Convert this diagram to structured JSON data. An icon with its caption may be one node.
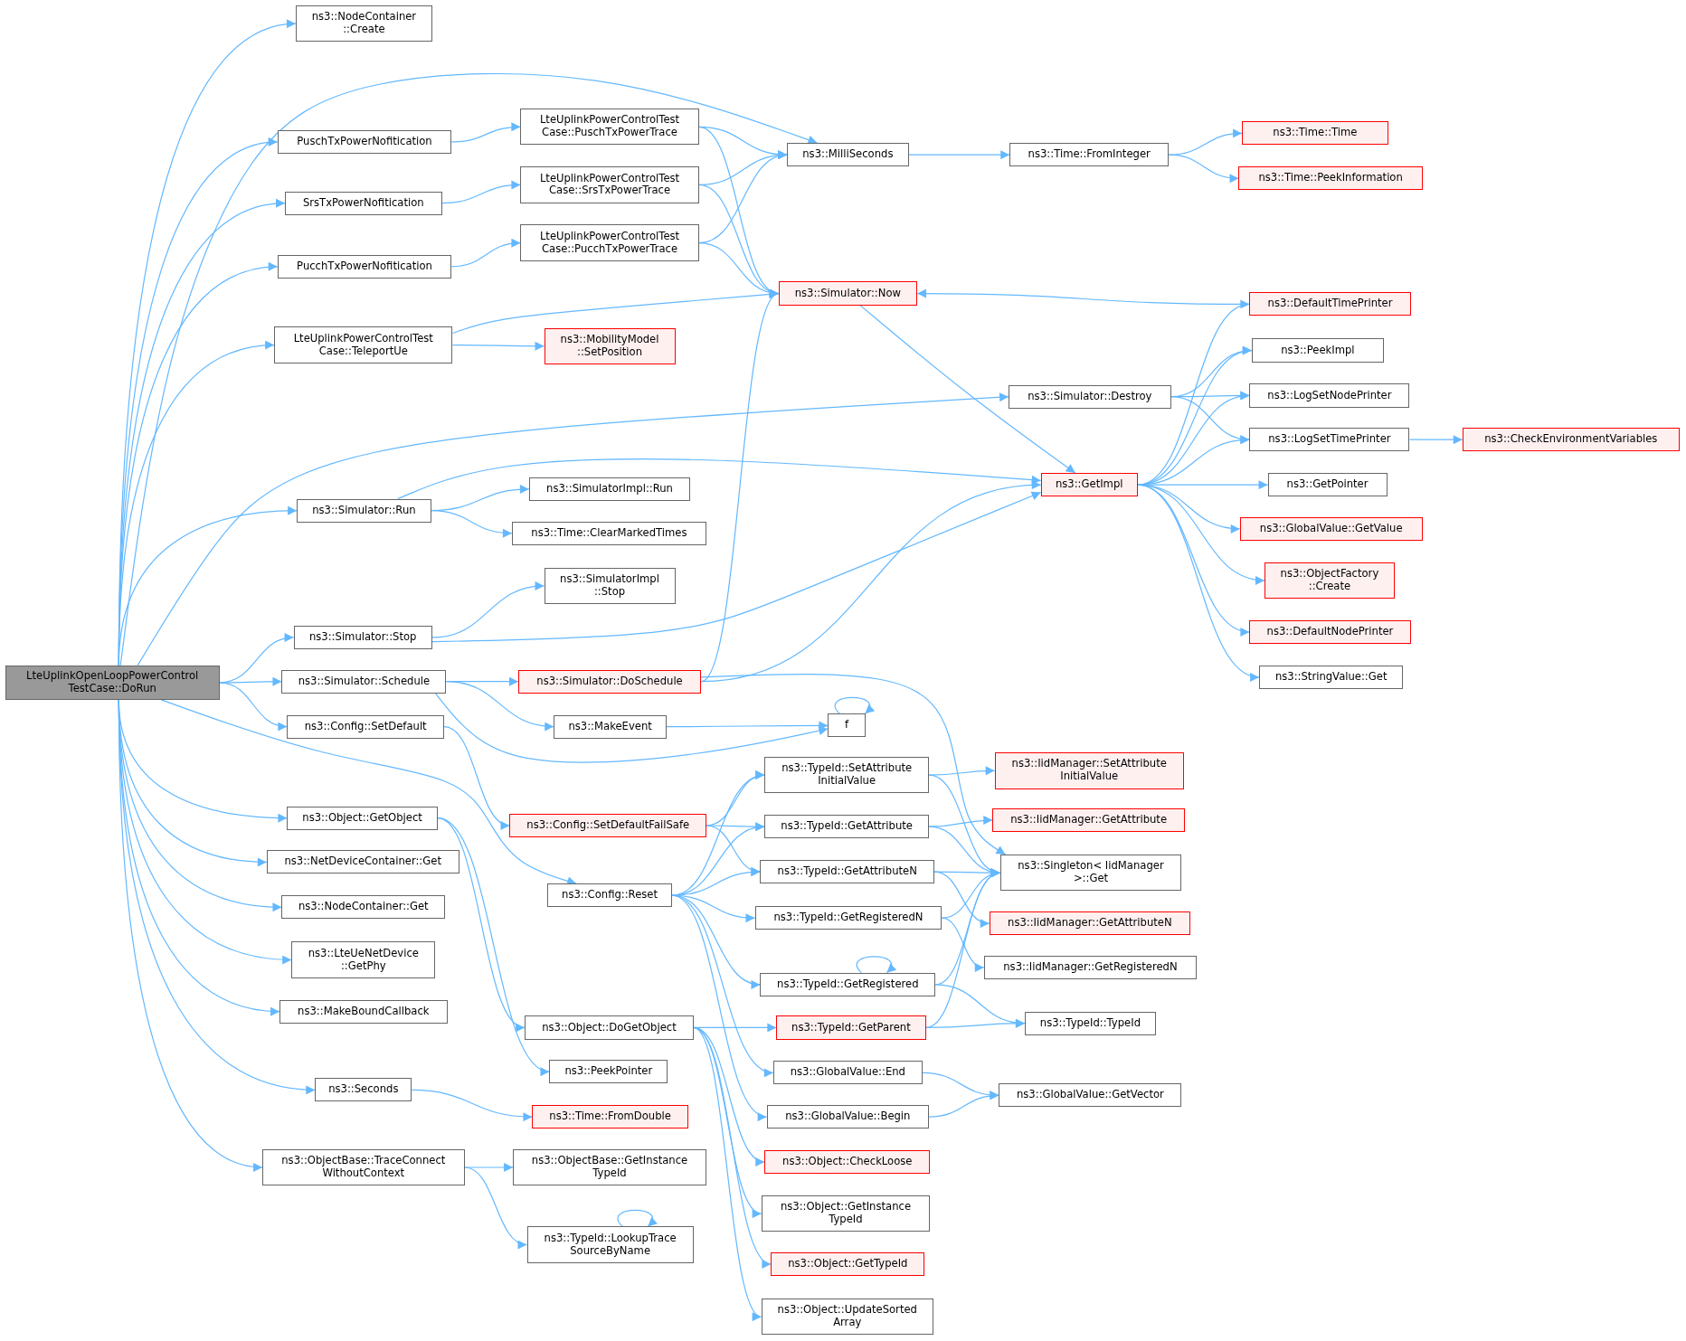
{
  "diagram": {
    "nodes": [
      {
        "text": [
          "LteUplinkOpenLoopPowerControl TestCase::DoRun"
        ]
      },
      {
        "text": [
          "ns3::NodeContainer ::Create"
        ]
      },
      {
        "text": [
          "PuschTxPowerNofitication"
        ]
      },
      {
        "text": [
          "SrsTxPowerNofitication"
        ]
      },
      {
        "text": [
          "PucchTxPowerNofitication"
        ]
      },
      {
        "text": [
          "LteUplinkPowerControlTest Case::TeleportUe"
        ]
      },
      {
        "text": [
          "LteUplinkPowerControlTest Case::PuschTxPowerTrace"
        ]
      },
      {
        "text": [
          "LteUplinkPowerControlTest Case::SrsTxPowerTrace"
        ]
      },
      {
        "text": [
          "LteUplinkPowerControlTest Case::PucchTxPowerTrace"
        ]
      },
      {
        "text": [
          "ns3::MilliSeconds"
        ]
      },
      {
        "text": [
          "ns3::Simulator::Now"
        ]
      },
      {
        "text": [
          "ns3::MobilityModel ::SetPosition"
        ]
      },
      {
        "text": [
          "ns3::Time::FromInteger"
        ]
      },
      {
        "text": [
          "ns3::Time::Time"
        ]
      },
      {
        "text": [
          "ns3::Time::PeekInformation"
        ]
      },
      {
        "text": [
          "ns3::Simulator::Destroy"
        ]
      },
      {
        "text": [
          "ns3::Simulator::Run"
        ]
      },
      {
        "text": [
          "ns3::SimulatorImpl::Run"
        ]
      },
      {
        "text": [
          "ns3::Time::ClearMarkedTimes"
        ]
      },
      {
        "text": [
          "ns3::SimulatorImpl ::Stop"
        ]
      },
      {
        "text": [
          "ns3::Simulator::Stop"
        ]
      },
      {
        "text": [
          "ns3::DefaultTimePrinter"
        ]
      },
      {
        "text": [
          "ns3::PeekImpl"
        ]
      },
      {
        "text": [
          "ns3::LogSetNodePrinter"
        ]
      },
      {
        "text": [
          "ns3::LogSetTimePrinter"
        ]
      },
      {
        "text": [
          "ns3::CheckEnvironmentVariables"
        ]
      },
      {
        "text": [
          "ns3::GetImpl"
        ]
      },
      {
        "text": [
          "ns3::GetPointer"
        ]
      },
      {
        "text": [
          "ns3::GlobalValue::GetValue"
        ]
      },
      {
        "text": [
          "ns3::ObjectFactory ::Create"
        ]
      },
      {
        "text": [
          "ns3::DefaultNodePrinter"
        ]
      },
      {
        "text": [
          "ns3::StringValue::Get"
        ]
      },
      {
        "text": [
          "ns3::Simulator::Schedule"
        ]
      },
      {
        "text": [
          "ns3::Simulator::DoSchedule"
        ]
      },
      {
        "text": [
          "ns3::MakeEvent"
        ]
      },
      {
        "text": [
          "f"
        ]
      },
      {
        "text": [
          "ns3::Config::SetDefault"
        ]
      },
      {
        "text": [
          "ns3::TypeId::SetAttribute InitialValue"
        ]
      },
      {
        "text": [
          "ns3::IidManager::SetAttribute InitialValue"
        ]
      },
      {
        "text": [
          "ns3::Object::GetObject"
        ]
      },
      {
        "text": [
          "ns3::Config::SetDefaultFailSafe"
        ]
      },
      {
        "text": [
          "ns3::TypeId::GetAttribute"
        ]
      },
      {
        "text": [
          "ns3::IidManager::GetAttribute"
        ]
      },
      {
        "text": [
          "ns3::NetDeviceContainer::Get"
        ]
      },
      {
        "text": [
          "ns3::TypeId::GetAttributeN"
        ]
      },
      {
        "text": [
          "ns3::Singleton< IidManager >::Get"
        ]
      },
      {
        "text": [
          "ns3::Config::Reset"
        ]
      },
      {
        "text": [
          "ns3::NodeContainer::Get"
        ]
      },
      {
        "text": [
          "ns3::IidManager::GetAttributeN"
        ]
      },
      {
        "text": [
          "ns3::TypeId::GetRegisteredN"
        ]
      },
      {
        "text": [
          "ns3::LteUeNetDevice ::GetPhy"
        ]
      },
      {
        "text": [
          "ns3::IidManager::GetRegisteredN"
        ]
      },
      {
        "text": [
          "ns3::TypeId::GetRegistered"
        ]
      },
      {
        "text": [
          "ns3::MakeBoundCallback"
        ]
      },
      {
        "text": [
          "ns3::Object::DoGetObject"
        ]
      },
      {
        "text": [
          "ns3::TypeId::GetParent"
        ]
      },
      {
        "text": [
          "ns3::TypeId::TypeId"
        ]
      },
      {
        "text": [
          "ns3::PeekPointer"
        ]
      },
      {
        "text": [
          "ns3::GlobalValue::End"
        ]
      },
      {
        "text": [
          "ns3::Seconds"
        ]
      },
      {
        "text": [
          "ns3::GlobalValue::GetVector"
        ]
      },
      {
        "text": [
          "ns3::Time::FromDouble"
        ]
      },
      {
        "text": [
          "ns3::GlobalValue::Begin"
        ]
      },
      {
        "text": [
          "ns3::ObjectBase::TraceConnect WithoutContext"
        ]
      },
      {
        "text": [
          "ns3::ObjectBase::GetInstance TypeId"
        ]
      },
      {
        "text": [
          "ns3::Object::CheckLoose"
        ]
      },
      {
        "text": [
          "ns3::TypeId::LookupTrace SourceByName"
        ]
      },
      {
        "text": [
          "ns3::Object::GetInstance TypeId"
        ]
      },
      {
        "text": [
          "ns3::Object::GetTypeId"
        ]
      },
      {
        "text": [
          "ns3::Object::UpdateSorted Array"
        ]
      }
    ],
    "edges": [
      {
        "from": 0,
        "to": 1,
        "arrow": "to"
      },
      {
        "from": 0,
        "to": 9,
        "arrow": "to"
      },
      {
        "from": 0,
        "to": 2,
        "arrow": "to"
      },
      {
        "from": 0,
        "to": 3,
        "arrow": "to"
      },
      {
        "from": 0,
        "to": 4,
        "arrow": "to"
      },
      {
        "from": 0,
        "to": 5,
        "arrow": "to"
      },
      {
        "from": 0,
        "to": 15,
        "arrow": "to"
      },
      {
        "from": 0,
        "to": 16,
        "arrow": "to"
      },
      {
        "from": 0,
        "to": 20,
        "arrow": "to"
      },
      {
        "from": 0,
        "to": 32,
        "arrow": "to"
      },
      {
        "from": 0,
        "to": 36,
        "arrow": "to"
      },
      {
        "from": 0,
        "to": 46,
        "arrow": "to"
      },
      {
        "from": 0,
        "to": 39,
        "arrow": "to"
      },
      {
        "from": 0,
        "to": 43,
        "arrow": "to"
      },
      {
        "from": 0,
        "to": 47,
        "arrow": "to"
      },
      {
        "from": 0,
        "to": 50,
        "arrow": "to"
      },
      {
        "from": 0,
        "to": 53,
        "arrow": "to"
      },
      {
        "from": 0,
        "to": 59,
        "arrow": "to"
      },
      {
        "from": 0,
        "to": 63,
        "arrow": "to"
      },
      {
        "from": 2,
        "to": 6,
        "arrow": "to"
      },
      {
        "from": 3,
        "to": 7,
        "arrow": "to"
      },
      {
        "from": 4,
        "to": 8,
        "arrow": "to"
      },
      {
        "from": 6,
        "to": 9,
        "arrow": "to"
      },
      {
        "from": 6,
        "to": 10,
        "arrow": "to"
      },
      {
        "from": 7,
        "to": 9,
        "arrow": "to"
      },
      {
        "from": 7,
        "to": 10,
        "arrow": "to"
      },
      {
        "from": 8,
        "to": 9,
        "arrow": "to"
      },
      {
        "from": 8,
        "to": 10,
        "arrow": "to"
      },
      {
        "from": 5,
        "to": 10,
        "arrow": "to"
      },
      {
        "from": 5,
        "to": 11,
        "arrow": "to"
      },
      {
        "from": 9,
        "to": 12,
        "arrow": "to"
      },
      {
        "from": 12,
        "to": 13,
        "arrow": "to"
      },
      {
        "from": 12,
        "to": 14,
        "arrow": "to"
      },
      {
        "from": 10,
        "to": 26,
        "arrow": "to"
      },
      {
        "from": 21,
        "to": 10,
        "arrow": "to"
      },
      {
        "from": 15,
        "to": 22,
        "arrow": "to"
      },
      {
        "from": 15,
        "to": 23,
        "arrow": "to"
      },
      {
        "from": 15,
        "to": 24,
        "arrow": "to"
      },
      {
        "from": 16,
        "to": 26,
        "arrow": "to"
      },
      {
        "from": 16,
        "to": 17,
        "arrow": "to"
      },
      {
        "from": 16,
        "to": 18,
        "arrow": "to"
      },
      {
        "from": 20,
        "to": 19,
        "arrow": "to"
      },
      {
        "from": 20,
        "to": 26,
        "arrow": "to"
      },
      {
        "from": 26,
        "to": 21,
        "arrow": "to"
      },
      {
        "from": 26,
        "to": 22,
        "arrow": "to"
      },
      {
        "from": 26,
        "to": 23,
        "arrow": "to"
      },
      {
        "from": 26,
        "to": 24,
        "arrow": "to"
      },
      {
        "from": 26,
        "to": 27,
        "arrow": "to"
      },
      {
        "from": 26,
        "to": 28,
        "arrow": "to"
      },
      {
        "from": 26,
        "to": 29,
        "arrow": "to"
      },
      {
        "from": 26,
        "to": 30,
        "arrow": "to"
      },
      {
        "from": 26,
        "to": 31,
        "arrow": "to"
      },
      {
        "from": 24,
        "to": 25,
        "arrow": "to"
      },
      {
        "from": 32,
        "to": 33,
        "arrow": "to"
      },
      {
        "from": 32,
        "to": 34,
        "arrow": "to"
      },
      {
        "from": 32,
        "to": 35,
        "arrow": "to"
      },
      {
        "from": 34,
        "to": 35,
        "arrow": "to"
      },
      {
        "from": 35,
        "to": 35,
        "arrow": "to"
      },
      {
        "from": 33,
        "to": 10,
        "arrow": "to"
      },
      {
        "from": 33,
        "to": 26,
        "arrow": "to"
      },
      {
        "from": 33,
        "to": 45,
        "arrow": "to"
      },
      {
        "from": 36,
        "to": 40,
        "arrow": "to"
      },
      {
        "from": 40,
        "to": 37,
        "arrow": "to"
      },
      {
        "from": 40,
        "to": 41,
        "arrow": "to"
      },
      {
        "from": 40,
        "to": 44,
        "arrow": "to"
      },
      {
        "from": 46,
        "to": 37,
        "arrow": "to"
      },
      {
        "from": 46,
        "to": 41,
        "arrow": "to"
      },
      {
        "from": 46,
        "to": 44,
        "arrow": "to"
      },
      {
        "from": 46,
        "to": 49,
        "arrow": "to"
      },
      {
        "from": 46,
        "to": 52,
        "arrow": "to"
      },
      {
        "from": 46,
        "to": 58,
        "arrow": "to"
      },
      {
        "from": 46,
        "to": 62,
        "arrow": "to"
      },
      {
        "from": 37,
        "to": 38,
        "arrow": "to"
      },
      {
        "from": 37,
        "to": 45,
        "arrow": "to"
      },
      {
        "from": 41,
        "to": 42,
        "arrow": "to"
      },
      {
        "from": 41,
        "to": 45,
        "arrow": "to"
      },
      {
        "from": 44,
        "to": 45,
        "arrow": "to"
      },
      {
        "from": 44,
        "to": 48,
        "arrow": "to"
      },
      {
        "from": 49,
        "to": 45,
        "arrow": "to"
      },
      {
        "from": 49,
        "to": 51,
        "arrow": "to"
      },
      {
        "from": 52,
        "to": 52,
        "arrow": "to"
      },
      {
        "from": 52,
        "to": 45,
        "arrow": "to"
      },
      {
        "from": 52,
        "to": 56,
        "arrow": "to"
      },
      {
        "from": 55,
        "to": 45,
        "arrow": "to"
      },
      {
        "from": 55,
        "to": 56,
        "arrow": "to"
      },
      {
        "from": 58,
        "to": 60,
        "arrow": "to"
      },
      {
        "from": 62,
        "to": 60,
        "arrow": "to"
      },
      {
        "from": 39,
        "to": 57,
        "arrow": "to"
      },
      {
        "from": 39,
        "to": 54,
        "arrow": "to"
      },
      {
        "from": 54,
        "to": 55,
        "arrow": "to"
      },
      {
        "from": 54,
        "to": 65,
        "arrow": "to"
      },
      {
        "from": 54,
        "to": 67,
        "arrow": "to"
      },
      {
        "from": 54,
        "to": 68,
        "arrow": "to"
      },
      {
        "from": 54,
        "to": 69,
        "arrow": "to"
      },
      {
        "from": 59,
        "to": 61,
        "arrow": "to"
      },
      {
        "from": 63,
        "to": 64,
        "arrow": "to"
      },
      {
        "from": 63,
        "to": 66,
        "arrow": "to"
      },
      {
        "from": 66,
        "to": 66,
        "arrow": "to"
      }
    ]
  }
}
